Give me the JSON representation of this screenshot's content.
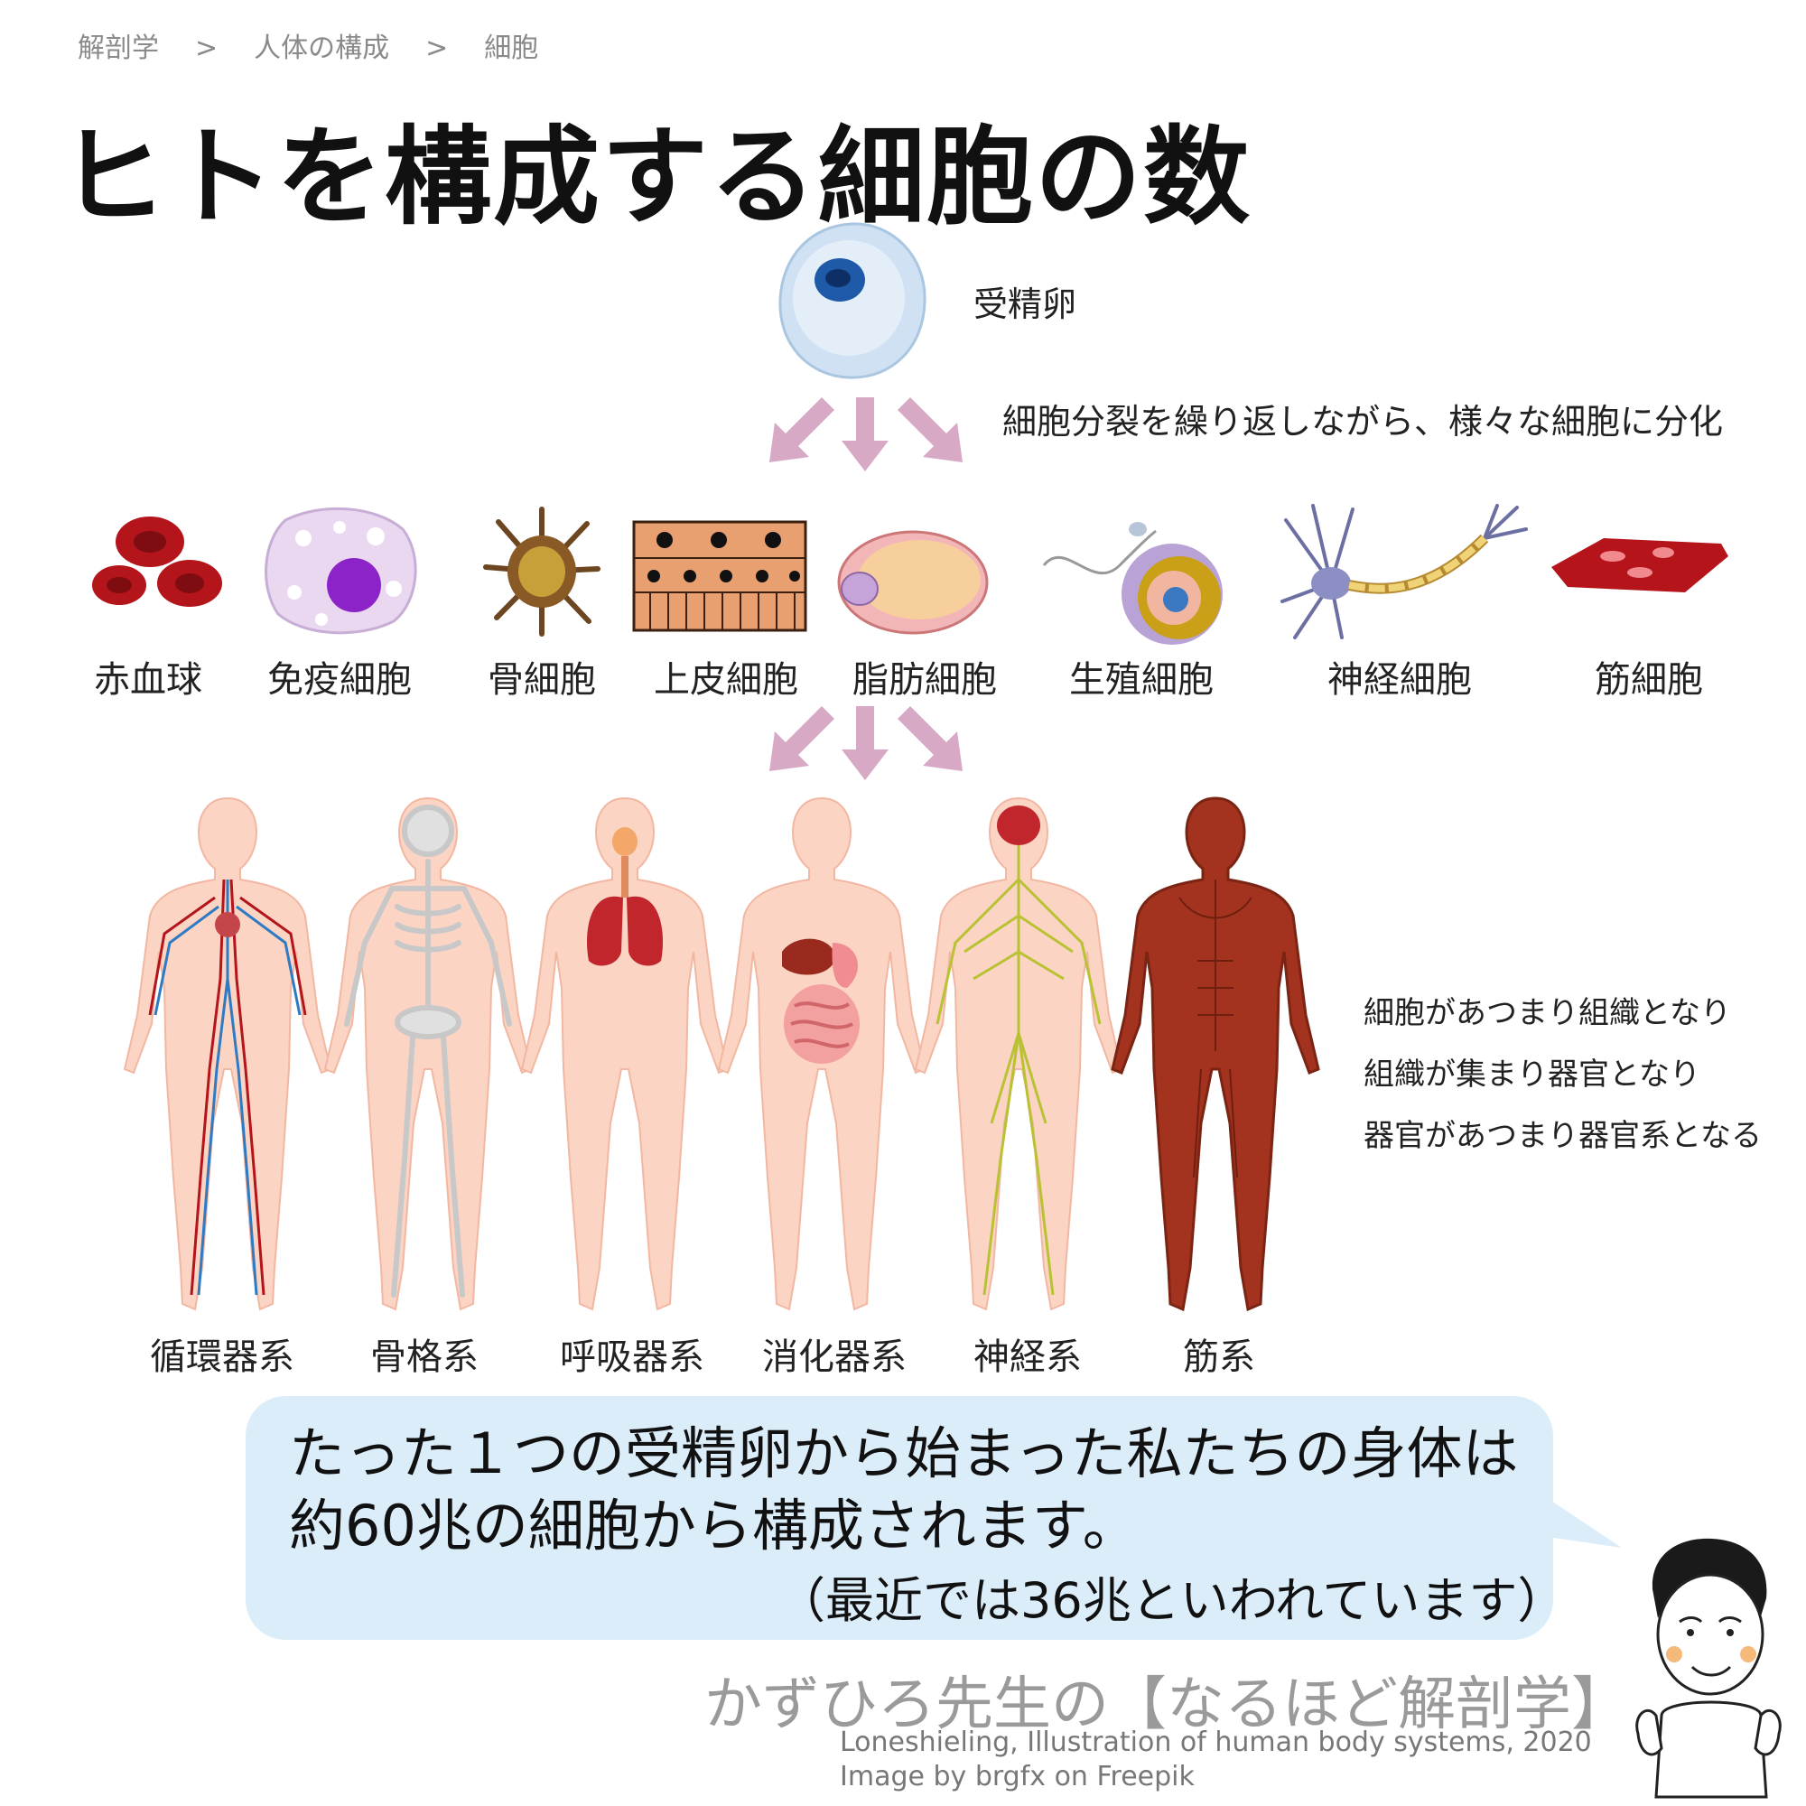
{
  "breadcrumb": [
    "解剖学",
    "人体の構成",
    "細胞"
  ],
  "breadcrumb_sep": ">",
  "title": "ヒトを構成する細胞の数",
  "zygote_label": "受精卵",
  "division_note": "細胞分裂を繰り返しながら、様々な細胞に分化",
  "cells": [
    "赤血球",
    "免疫細胞",
    "骨細胞",
    "上皮細胞",
    "脂肪細胞",
    "生殖細胞",
    "神経細胞",
    "筋細胞"
  ],
  "systems": [
    "循環器系",
    "骨格系",
    "呼吸器系",
    "消化器系",
    "神経系",
    "筋系"
  ],
  "hierarchy_notes": [
    "細胞があつまり組織となり",
    "組織が集まり器官となり",
    "器官があつまり器官系となる"
  ],
  "bubble": {
    "line1": "たった１つの受精卵から始まった私たちの身体は",
    "line2": "約60兆の細胞から構成されます。",
    "line3": "（最近では36兆といわれています）"
  },
  "brand": "かずひろ先生の【なるほど解剖学】",
  "credits": [
    "Loneshieling, Illustration of human body systems, 2020",
    "Image by brgfx on Freepik"
  ],
  "colors": {
    "arrow": "#d8a9c4",
    "bubble": "#dcedfa",
    "blood": "#b3151b",
    "skin": "#fbd4c4"
  }
}
